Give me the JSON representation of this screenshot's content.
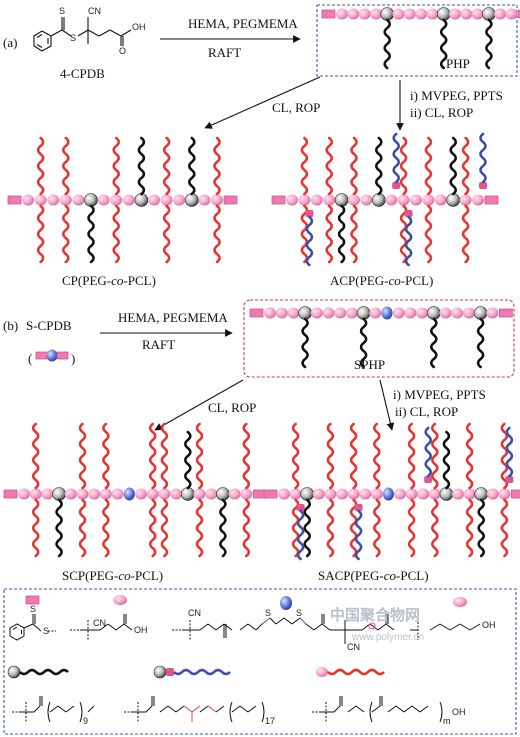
{
  "panel_a": {
    "tag": "(a)",
    "raft_agent": "4-CPDB",
    "reagents_top": "HEMA, PEGMEMA",
    "reagents_bottom": "RAFT",
    "backbone_label": "PHP",
    "left_step": "CL, ROP",
    "right_step_1": "i) MVPEG, PPTS",
    "right_step_2": "ii) CL, ROP",
    "product_left": "CP(PEG-",
    "product_left_co": "co",
    "product_left_tail": "-PCL)",
    "product_right": "ACP(PEG-",
    "product_right_co": "co",
    "product_right_tail": "-PCL)"
  },
  "panel_b": {
    "tag": "(b)",
    "raft_agent": "S-CPDB",
    "reagents_top": "HEMA, PEGMEMA",
    "reagents_bottom": "RAFT",
    "backbone_label": "SPHP",
    "left_step": "CL, ROP",
    "right_step_1": "i) MVPEG, PPTS",
    "right_step_2": "ii) CL, ROP",
    "product_left": "SCP(PEG-",
    "product_left_co": "co",
    "product_left_tail": "-PCL)",
    "product_right": "SACP(PEG-",
    "product_right_co": "co",
    "product_right_tail": "-PCL)"
  },
  "legend": {
    "cn_1": "CN",
    "oh_1": "OH",
    "cn_2": "CN",
    "s_1": "S",
    "s_2": "S",
    "cn_3": "CN",
    "oh_2": "OH",
    "n_peg": "9",
    "n_mvpeg": "17",
    "n_pcl": "m",
    "oh_3": "OH",
    "o_label": "O"
  },
  "chem_text": {
    "s_thio": "S",
    "s_link": "S",
    "cn": "CN",
    "oh": "OH"
  },
  "watermark": {
    "line1": "中国聚合物网",
    "line2": "www.polymer.cn"
  },
  "colors": {
    "pink_block": "#f07ab0",
    "pink_bead": "#f4a0c8",
    "red_chain": "#e8342f",
    "black_chain": "#111111",
    "blue_chain": "#3b4ea8",
    "dash_blue": "#3a5bb0",
    "dash_red": "#d23a3a"
  }
}
